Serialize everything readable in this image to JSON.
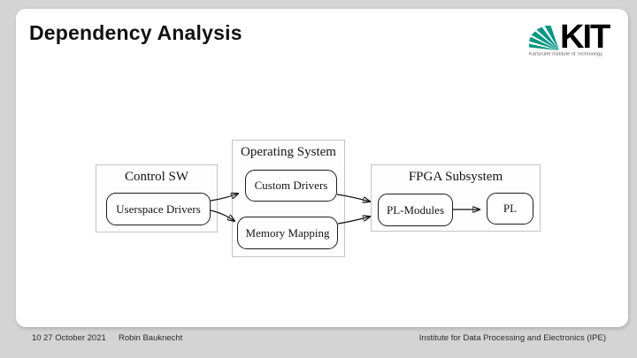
{
  "slide": {
    "title": "Dependency Analysis"
  },
  "logo": {
    "text": "KIT",
    "tagline": "Karlsruhe Institute of Technology",
    "green": "#009682"
  },
  "diagram": {
    "clusters": [
      {
        "id": "control-sw",
        "label": "Control SW"
      },
      {
        "id": "operating-system",
        "label": "Operating System"
      },
      {
        "id": "fpga-subsystem",
        "label": "FPGA Subsystem"
      }
    ],
    "nodes": [
      {
        "id": "userspace-drivers",
        "label": "Userspace Drivers",
        "cluster": "control-sw"
      },
      {
        "id": "custom-drivers",
        "label": "Custom Drivers",
        "cluster": "operating-system"
      },
      {
        "id": "memory-mapping",
        "label": "Memory Mapping",
        "cluster": "operating-system"
      },
      {
        "id": "pl-modules",
        "label": "PL-Modules",
        "cluster": "fpga-subsystem"
      },
      {
        "id": "pl",
        "label": "PL",
        "cluster": "fpga-subsystem"
      }
    ],
    "edges": [
      {
        "from": "Userspace Drivers",
        "to": "Custom Drivers"
      },
      {
        "from": "Userspace Drivers",
        "to": "Memory Mapping"
      },
      {
        "from": "Custom Drivers",
        "to": "PL-Modules"
      },
      {
        "from": "Memory Mapping",
        "to": "PL-Modules"
      },
      {
        "from": "PL-Modules",
        "to": "PL"
      }
    ]
  },
  "footer": {
    "page_number": "10",
    "date": "27 October 2021",
    "author": "Robin Bauknecht",
    "institute": "Institute for Data Processing and Electronics (IPE)"
  }
}
